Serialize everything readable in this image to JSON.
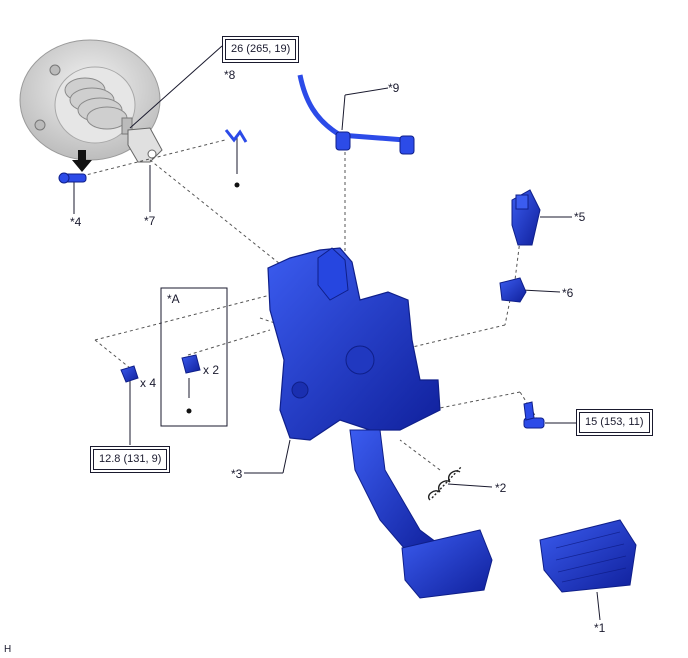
{
  "callouts": {
    "c1": "*1",
    "c2": "*2",
    "c3": "*3",
    "c4": "*4",
    "c5": "*5",
    "c6": "*6",
    "c7": "*7",
    "c8": "*8",
    "c9": "*9",
    "cA": "*A"
  },
  "torque": {
    "t26": "26 (265, 19)",
    "t15": "15 (153, 11)",
    "t12": "12.8 (131, 9)"
  },
  "quantities": {
    "x4": "x 4",
    "x2": "x 2"
  },
  "figure_code": "H",
  "colors": {
    "part_blue": "#1f3fd8",
    "part_dark": "#0f1f8a",
    "outline": "#1a1a2e",
    "booster_gray": "#d9d9d9"
  },
  "icons": [
    "install-arrow-icon",
    "bullet-dot-icon"
  ]
}
